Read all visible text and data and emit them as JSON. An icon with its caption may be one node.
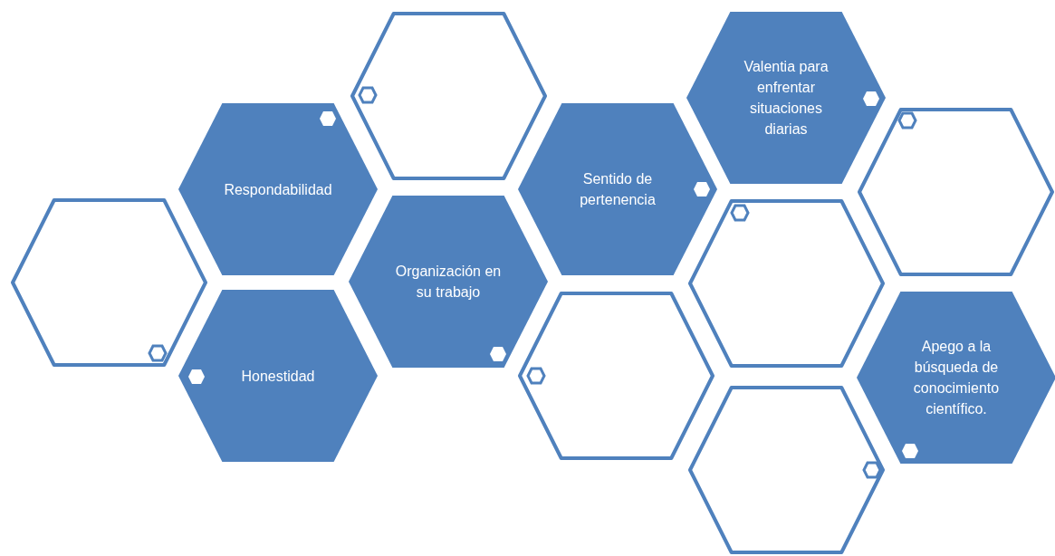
{
  "diagram": {
    "nodes": [
      {
        "text": [],
        "shape": "hexagon"
      },
      {
        "text": [
          "Respondabilidad"
        ]
      },
      {
        "text": [
          "Honestidad"
        ]
      },
      {
        "text": [],
        "shape": "hexagon"
      },
      {
        "text": [
          "Organización en su trabajo"
        ]
      },
      {
        "text": [
          "Sentido de pertenencia"
        ]
      },
      {
        "text": [],
        "shape": "hexagon"
      },
      {
        "text": [
          "Valentia para enfrentar situaciones diarias"
        ]
      },
      {
        "text": [],
        "shape": "hexagon"
      },
      {
        "text": [],
        "shape": "hexagon"
      },
      {
        "text": [],
        "shape": "hexagon"
      },
      {
        "text": [
          "Apego a la búsqueda de conocimiento científico."
        ]
      }
    ]
  }
}
